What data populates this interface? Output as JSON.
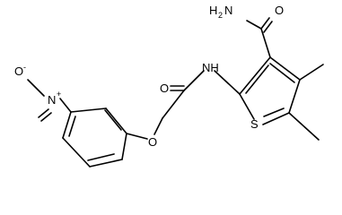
{
  "diagram": {
    "labels": {
      "amide_n": "H",
      "amide_n_sub": "2",
      "amide_n_tail": "N",
      "amide_o": "O",
      "nh": "NH",
      "linker_o": "O",
      "ring_s": "S",
      "ether_o": "O",
      "nitro_n": "N",
      "nitro_n_charge": "+",
      "nitro_o": "O",
      "nitro_o_charge": "-"
    }
  }
}
